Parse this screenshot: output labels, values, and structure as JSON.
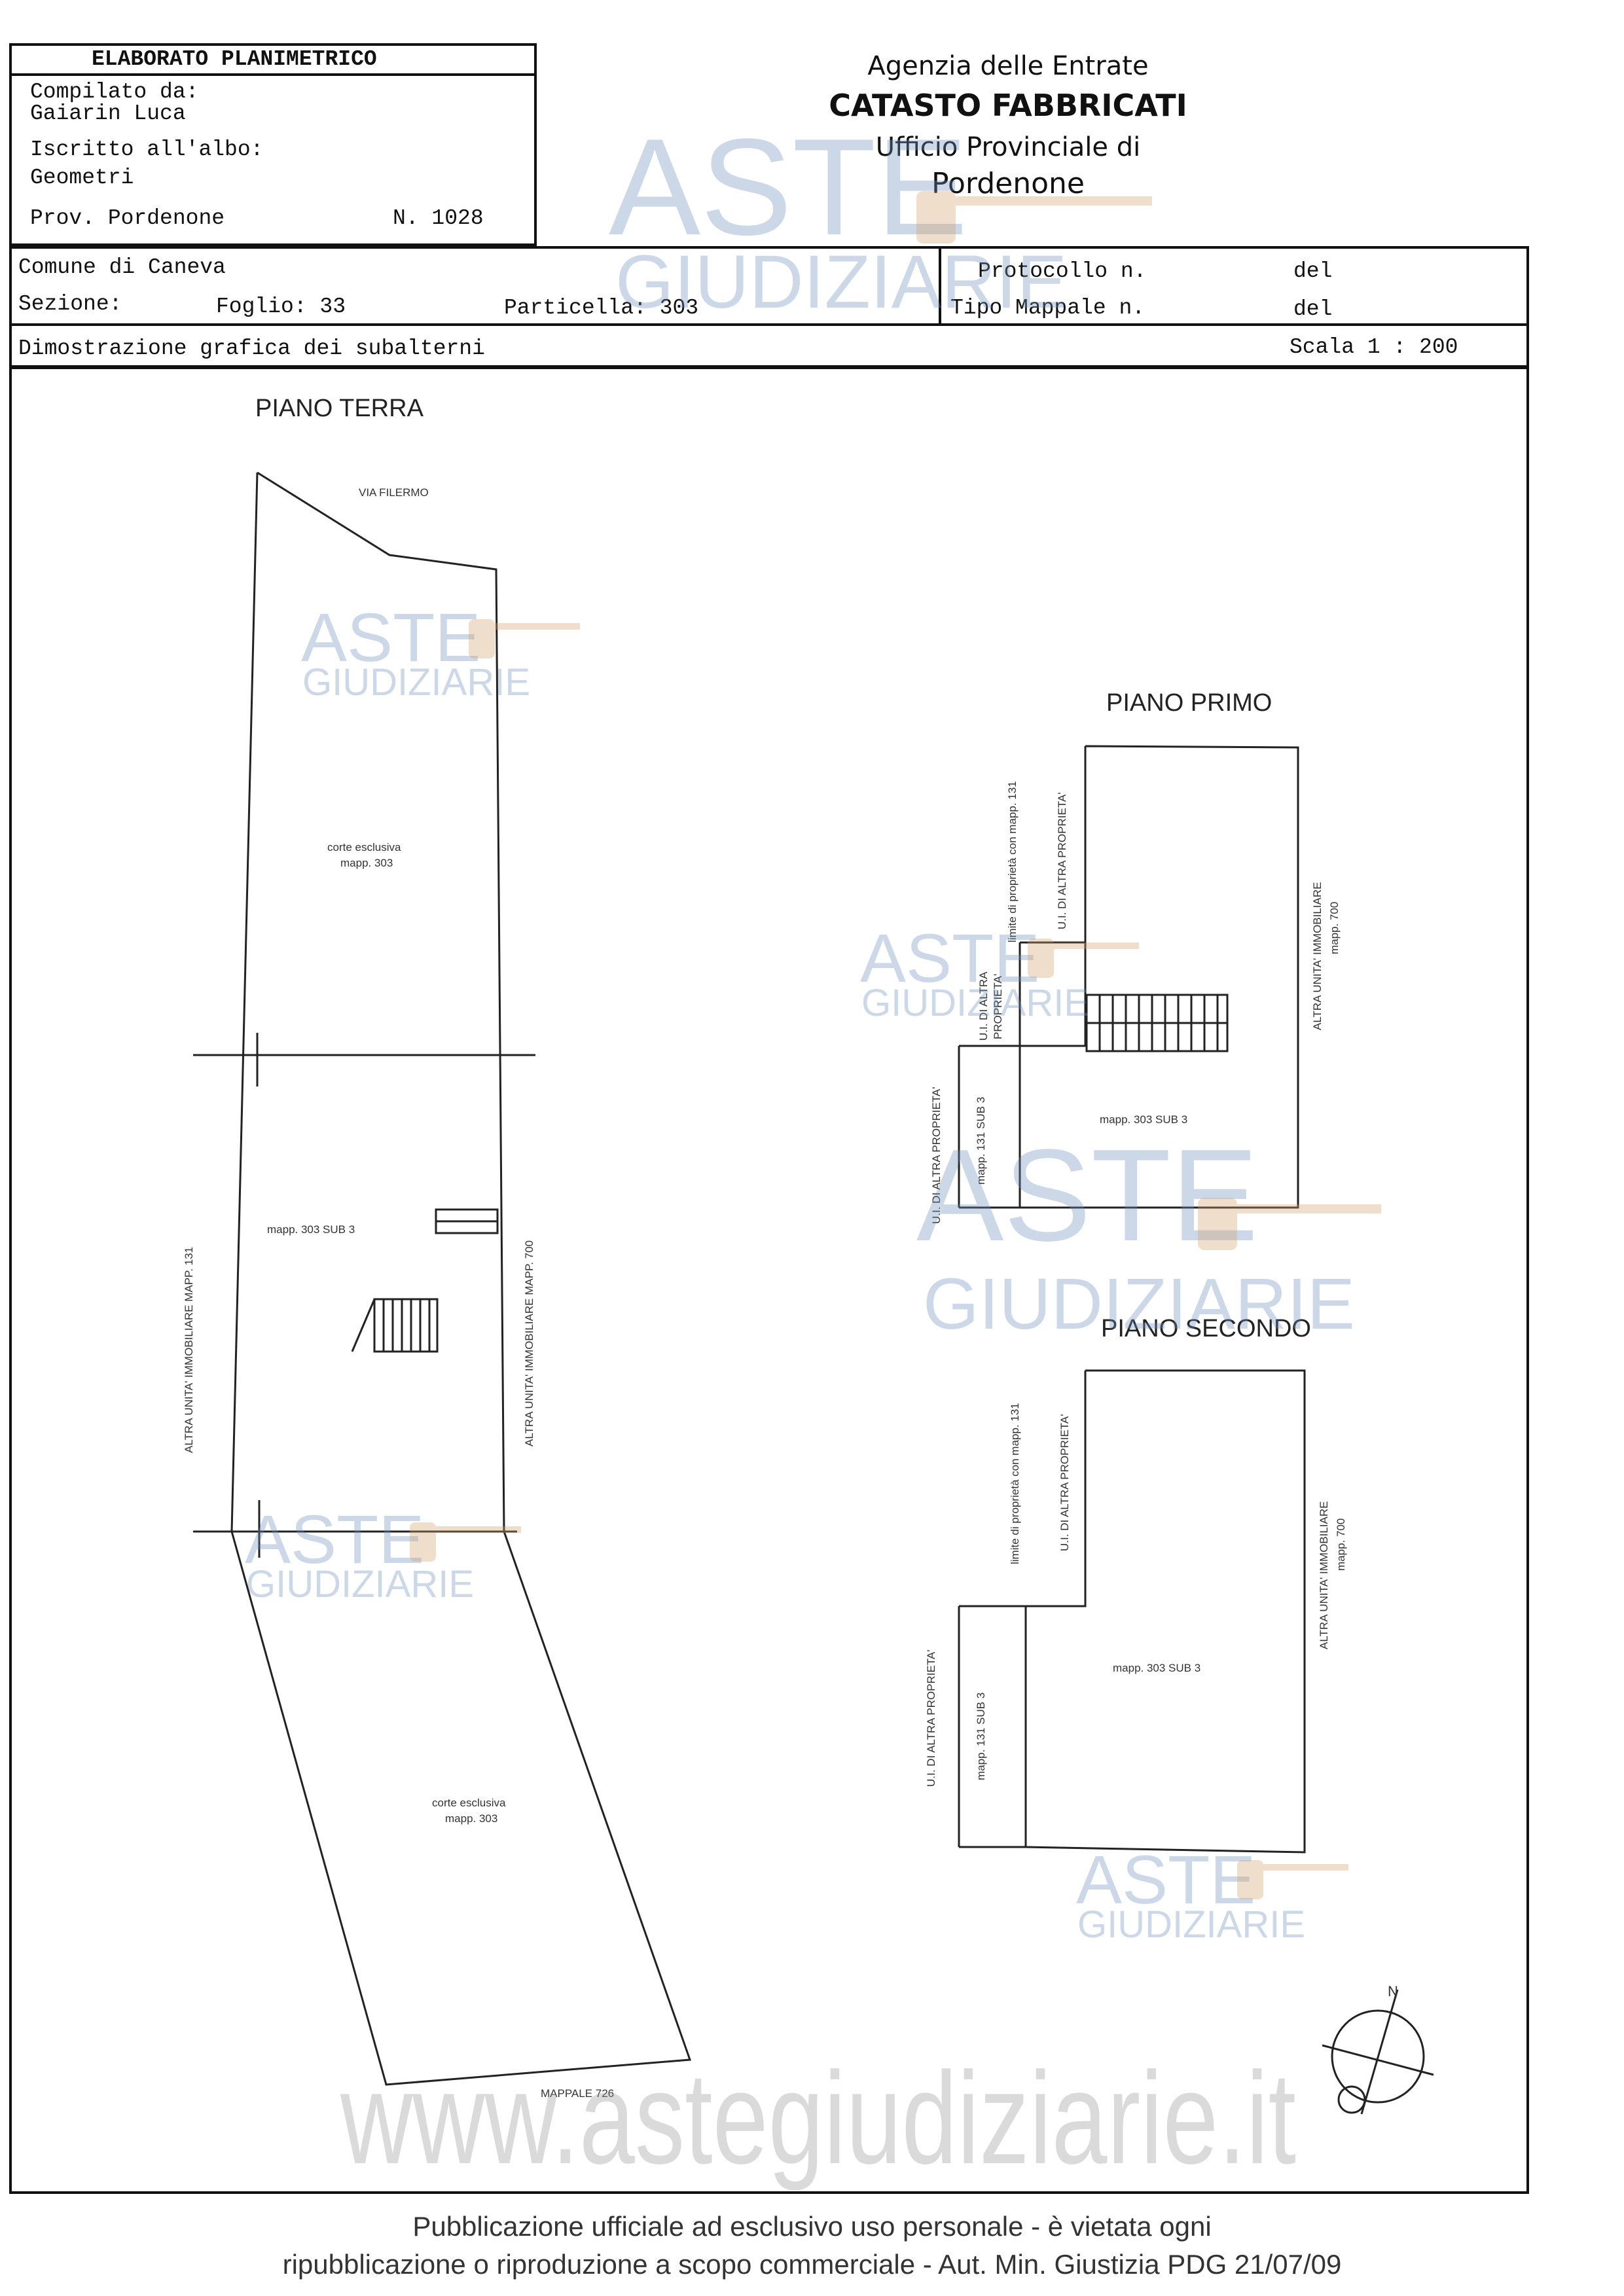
{
  "header": {
    "doc_title": "ELABORATO PLANIMETRICO",
    "compiled_by_label": "Compilato da:",
    "compiled_by_name": "Gaiarin Luca",
    "registered_label": "Iscritto all'albo:",
    "registered_value": "Geometri",
    "province_label": "Prov. Pordenone",
    "number": "N. 1028",
    "agency_line1": "Agenzia delle Entrate",
    "agency_line2": "CATASTO FABBRICATI",
    "agency_line3": "Ufficio Provinciale di",
    "agency_line4": "Pordenone"
  },
  "info": {
    "comune": "Comune di Caneva",
    "sezione": "Sezione:",
    "foglio": "Foglio: 33",
    "particella": "Particella: 303",
    "protocollo": "Protocollo n.",
    "del1": "del",
    "tipo_mappale": "Tipo Mappale n.",
    "del2": "del",
    "dimostrazione": "Dimostrazione grafica dei subalterni",
    "scala": "Scala 1 : 200"
  },
  "plan": {
    "piano_terra": "PIANO TERRA",
    "via": "VIA FILERMO",
    "corte1_a": "corte esclusiva",
    "corte1_b": "mapp. 303",
    "sub3_ground": "mapp. 303 SUB 3",
    "left_label": "ALTRA UNITA' IMMOBILIARE MAPP. 131",
    "right_label": "ALTRA UNITA' IMMOBILIARE MAPP. 700",
    "corte2_a": "corte esclusiva",
    "corte2_b": "mapp. 303",
    "mappale_726": "MAPPALE 726",
    "piano_primo": "PIANO PRIMO",
    "p1_limit": "limite di proprietà con mapp. 131",
    "p1_ui_top": "U.I. DI ALTRA PROPRIETA'",
    "p1_ui_mid_a": "U.I. DI ALTRA",
    "p1_ui_mid_b": "PROPRIETA'",
    "p1_ui_left": "U.I. DI ALTRA PROPRIETA'",
    "p1_mapp131": "mapp. 131 SUB 3",
    "p1_sub3": "mapp. 303 SUB 3",
    "p1_right_a": "ALTRA UNITA' IMMOBILIARE",
    "p1_right_b": "mapp. 700",
    "piano_secondo": "PIANO SECONDO",
    "p2_limit": "limite di proprietà con mapp. 131",
    "p2_ui_top": "U.I. DI ALTRA PROPRIETA'",
    "p2_ui_left": "U.I. DI ALTRA PROPRIETA'",
    "p2_mapp131": "mapp. 131 SUB 3",
    "p2_sub3": "mapp. 303 SUB 3",
    "p2_right_a": "ALTRA UNITA' IMMOBILIARE",
    "p2_right_b": "mapp. 700",
    "north": "N"
  },
  "watermarks": {
    "aste": "ASTE",
    "giudiziarie": "GIUDIZIARIE",
    "url": "www.astegiudiziarie.it"
  },
  "footer": {
    "line1": "Pubblicazione ufficiale ad esclusivo uso personale - è vietata ogni",
    "line2": "ripubblicazione o riproduzione a scopo commerciale - Aut. Min. Giustizia PDG 21/07/09"
  }
}
